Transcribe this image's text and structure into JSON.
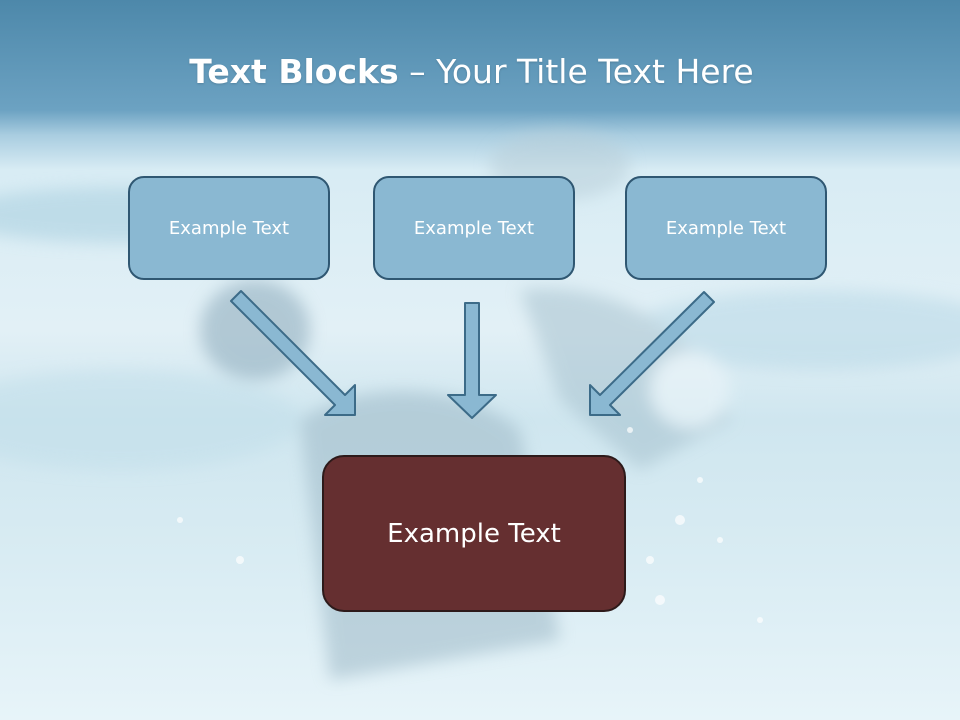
{
  "title": {
    "bold": "Text Blocks",
    "rest": " – Your Title Text Here"
  },
  "blocks": {
    "top": [
      "Example Text",
      "Example Text",
      "Example Text"
    ],
    "bottom": "Example Text"
  },
  "colors": {
    "top_box_fill": "#8ab8d2",
    "top_box_border": "#2f5772",
    "bottom_box_fill": "#652f30",
    "arrow_fill": "#8ab8d2",
    "arrow_stroke": "#3c6b88",
    "title_text": "#ffffff"
  }
}
